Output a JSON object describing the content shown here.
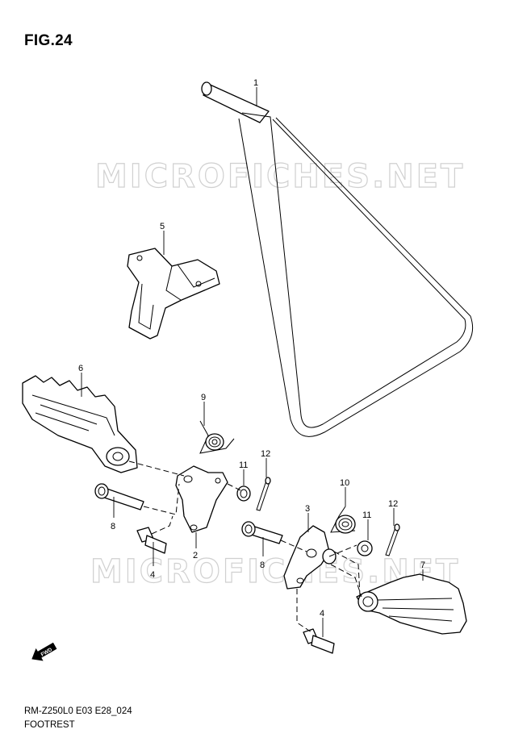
{
  "figure": {
    "title": "FIG.24"
  },
  "watermark": {
    "text": "MICROFICHES.NET"
  },
  "footer": {
    "code": "RM-Z250L0 E03 E28_024",
    "title": "FOOTREST"
  },
  "direction_badge": {
    "text": "FWD",
    "icon": "forward-arrow-icon"
  },
  "callouts": [
    {
      "id": "callout-1",
      "label": "1"
    },
    {
      "id": "callout-2",
      "label": "2"
    },
    {
      "id": "callout-3",
      "label": "3"
    },
    {
      "id": "callout-4a",
      "label": "4"
    },
    {
      "id": "callout-4b",
      "label": "4"
    },
    {
      "id": "callout-5",
      "label": "5"
    },
    {
      "id": "callout-6",
      "label": "6"
    },
    {
      "id": "callout-7",
      "label": "7"
    },
    {
      "id": "callout-8a",
      "label": "8"
    },
    {
      "id": "callout-8b",
      "label": "8"
    },
    {
      "id": "callout-9",
      "label": "9"
    },
    {
      "id": "callout-10",
      "label": "10"
    },
    {
      "id": "callout-11a",
      "label": "11"
    },
    {
      "id": "callout-11b",
      "label": "11"
    },
    {
      "id": "callout-12a",
      "label": "12"
    },
    {
      "id": "callout-12b",
      "label": "12"
    }
  ]
}
